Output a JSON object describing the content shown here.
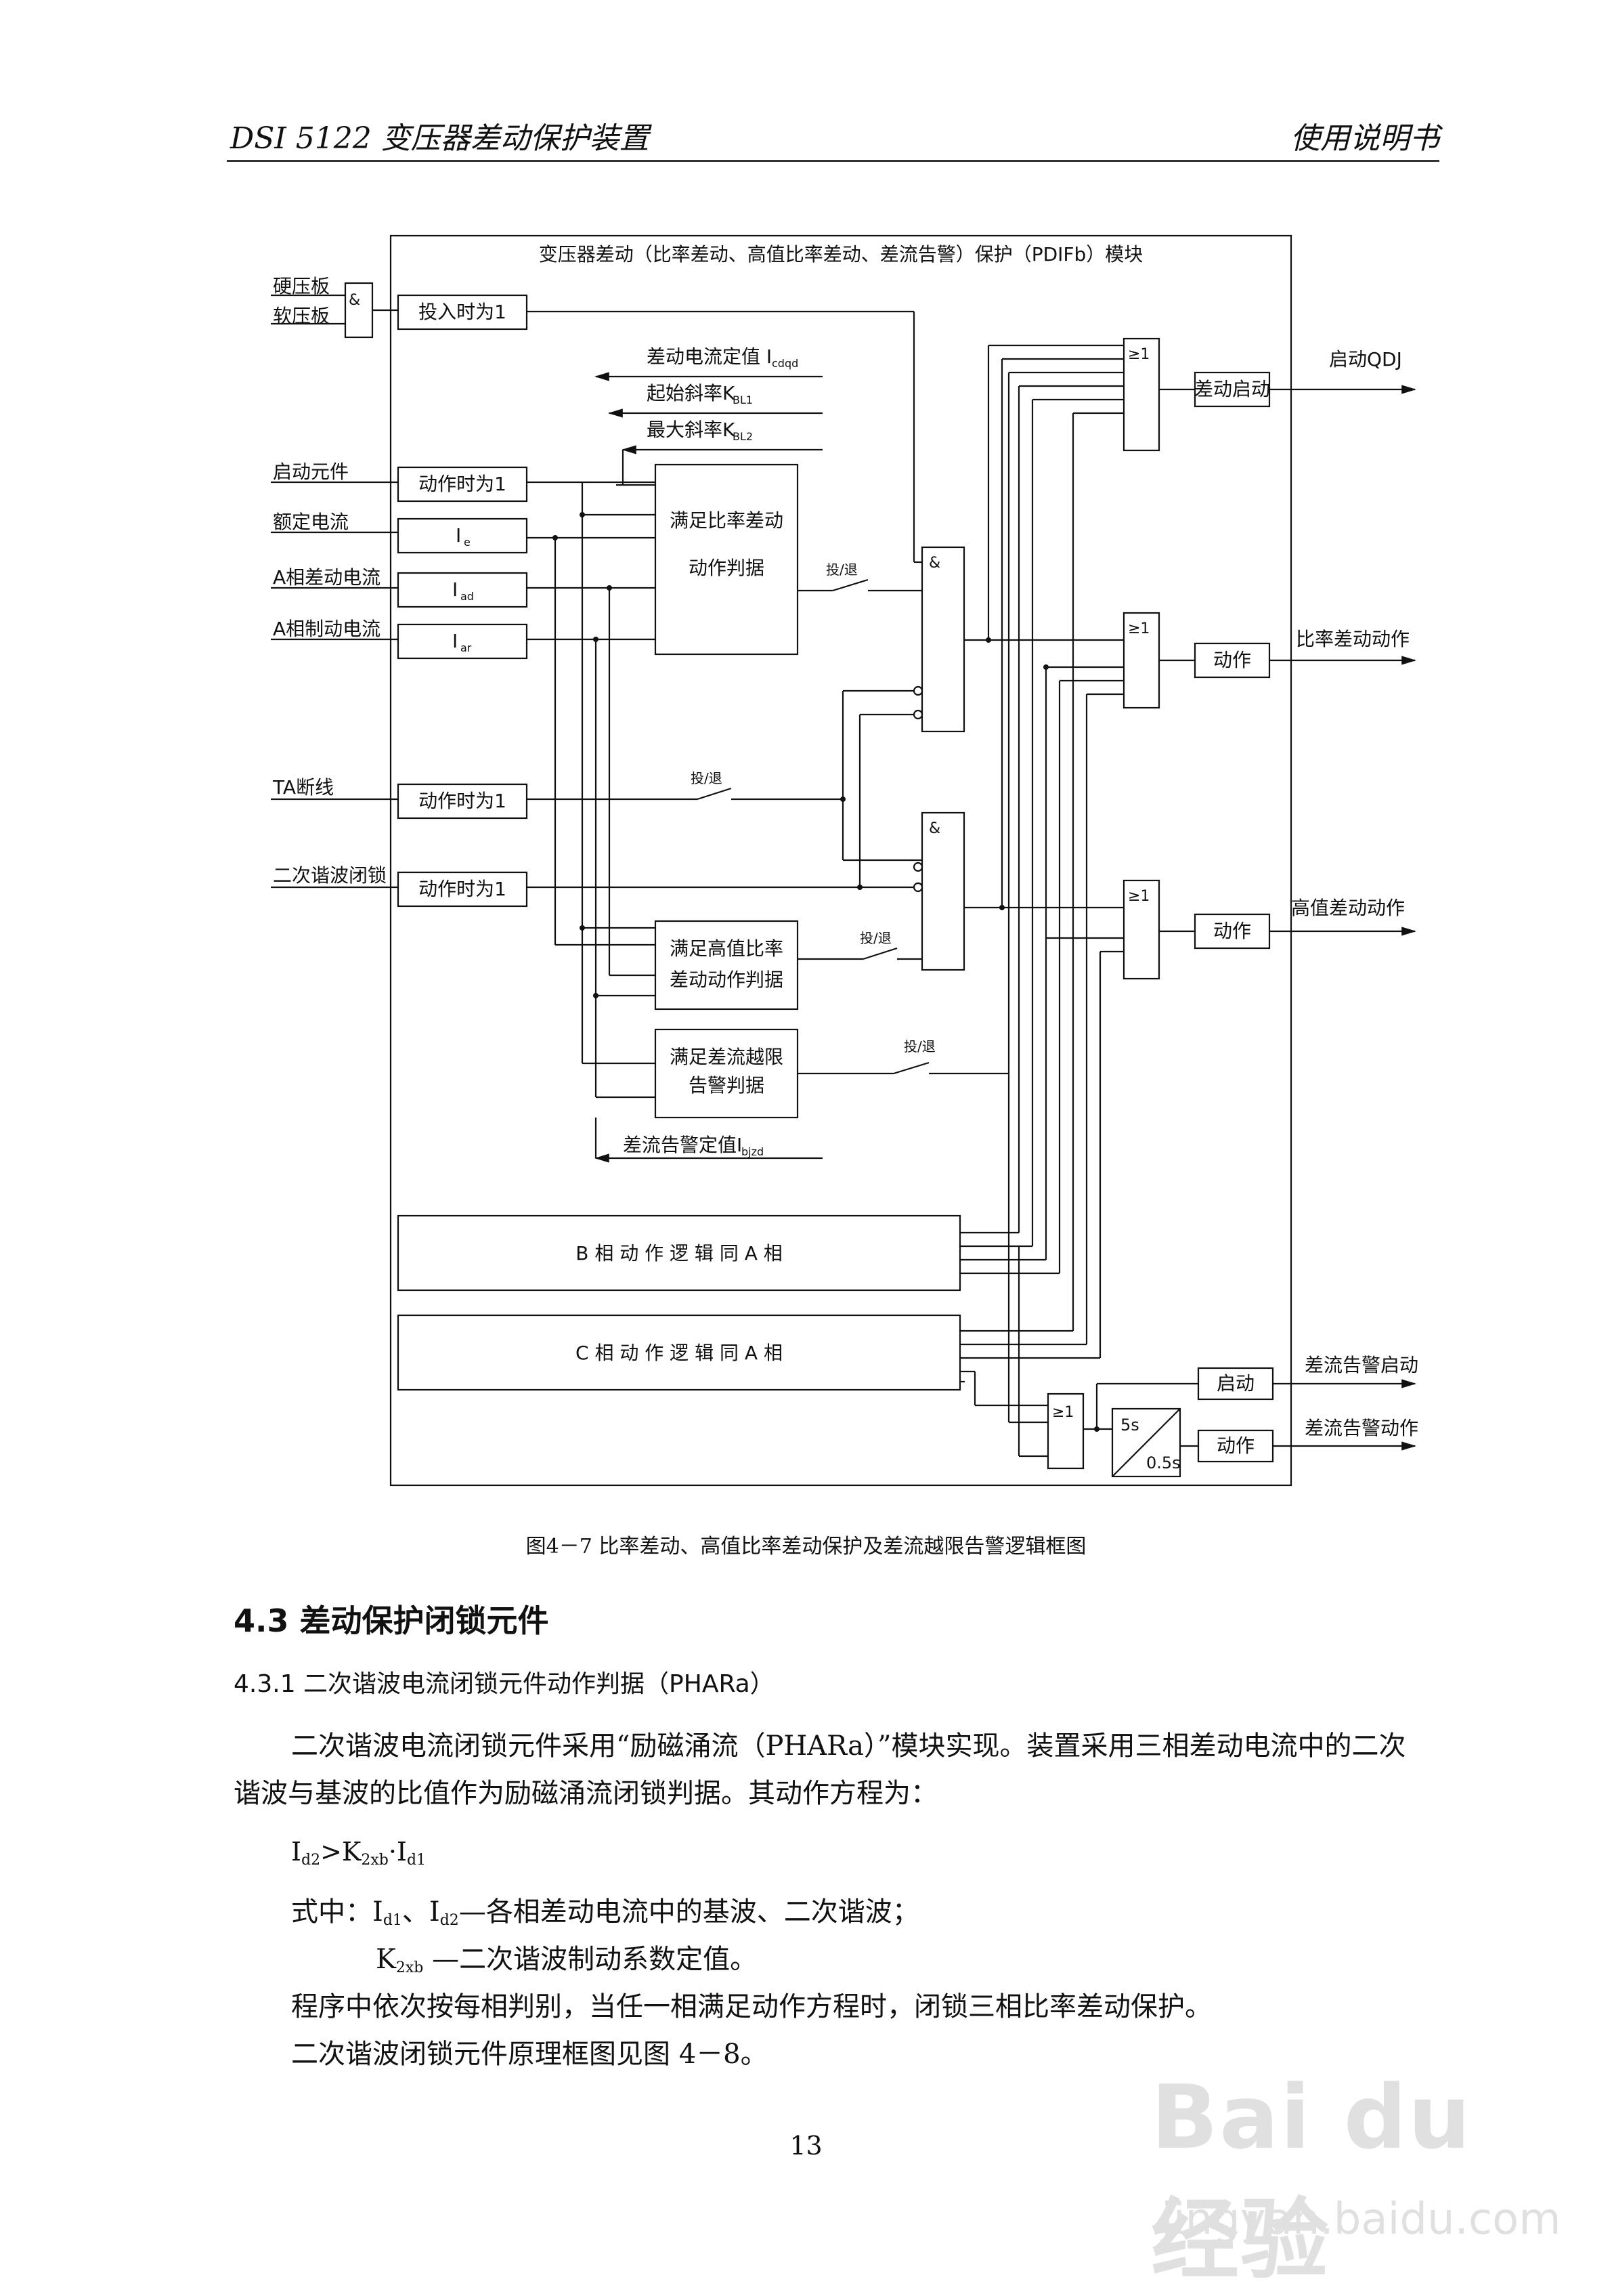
{
  "header": {
    "left": "DSI 5122 变压器差动保护装置",
    "right": "使用说明书"
  },
  "diagram": {
    "module_title": "变压器差动（比率差动、高值比率差动、差流告警）保护（PDIFb）模块",
    "inputs": {
      "hard_plate": "硬压板",
      "soft_plate": "软压板",
      "start_element": "启动元件",
      "rated_current": "额定电流",
      "a_diff_current": "A相差动电流",
      "a_restraint_current": "A相制动电流",
      "ta_break": "TA断线",
      "harmonic_block": "二次谐波闭锁"
    },
    "blocks": {
      "and_symbol": "&",
      "or_symbol": "≥1",
      "enable_on": "投入时为1",
      "act_on": "动作时为1",
      "ie": "I",
      "ie_sub": "e",
      "iad": "I",
      "iad_sub": "ad",
      "iar": "I",
      "iar_sub": "ar",
      "ratio_judge": [
        "满足比率差动",
        "动作判据"
      ],
      "high_judge": [
        "满足高值比率",
        "差动动作判据"
      ],
      "alarm_judge": [
        "满足差流越限",
        "告警判据"
      ],
      "diff_start": "差动启动",
      "action": "动作",
      "start": "启动",
      "b_phase": "B 相 动 作 逻 辑 同 A 相",
      "c_phase": "C 相 动 作 逻 辑 同 A 相",
      "timer_pickup": "5s",
      "timer_dropout": "0.5s",
      "switch_label": "投/退"
    },
    "settings": {
      "icdqd_label": "差动电流定值 I",
      "icdqd_sub": "cdqd",
      "kbl1_label": "起始斜率K",
      "kbl1_sub": "BL1",
      "kbl2_label": "最大斜率K",
      "kbl2_sub": "BL2",
      "ibjzd_label": "差流告警定值I",
      "ibjzd_sub": "bjzd"
    },
    "outputs": {
      "qdj": "启动QDJ",
      "ratio_action": "比率差动动作",
      "high_action": "高值差动动作",
      "alarm_start": "差流告警启动",
      "alarm_action": "差流告警动作"
    }
  },
  "caption": "图4－7    比率差动、高值比率差动保护及差流越限告警逻辑框图",
  "section": {
    "title": "4.3  差动保护闭锁元件",
    "subtitle": "4.3.1  二次谐波电流闭锁元件动作判据（PHARa）",
    "para1_line1": "二次谐波电流闭锁元件采用“励磁涌流（PHARa）”模块实现。装置采用三相差动电流中的二次",
    "para1_line2": "谐波与基波的比值作为励磁涌流闭锁判据。其动作方程为：",
    "formula": {
      "i": "I",
      "d2": "d2",
      "gt_k": ">K",
      "k2xb": "2xb",
      "dot_i": "·I",
      "d1": "d1"
    },
    "def1": {
      "prefix": "式中：I",
      "d1": "d1",
      "mid": "、I",
      "d2": "d2",
      "rest": "—各相差动电流中的基波、二次谐波；"
    },
    "def2": {
      "k": "K",
      "k2xb": "2xb",
      "rest": "  —二次谐波制动系数定值。"
    },
    "para2": "程序中依次按每相判别，当任一相满足动作方程时，闭锁三相比率差动保护。",
    "para3": "二次谐波闭锁元件原理框图见图 4－8。"
  },
  "page_number": "13",
  "watermark": {
    "logo": "Bai du 经验",
    "url": "jingyan.baidu.com"
  }
}
